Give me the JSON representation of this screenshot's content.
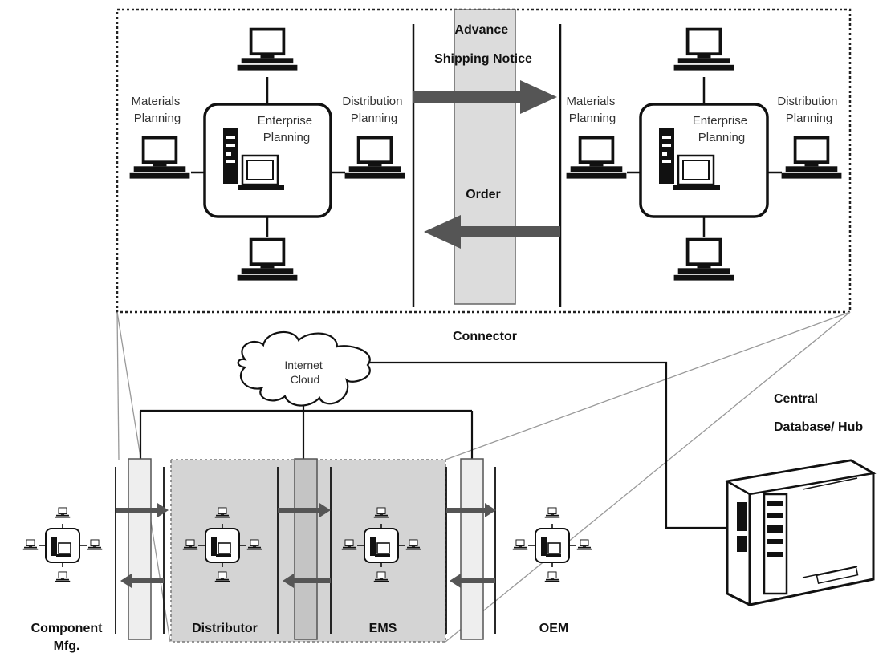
{
  "detail": {
    "left_node": {
      "materials_planning": [
        "Materials",
        "Planning"
      ],
      "enterprise_planning": [
        "Enterprise",
        "Planning"
      ],
      "distribution_planning": [
        "Distribution",
        "Planning"
      ]
    },
    "right_node": {
      "materials_planning": [
        "Materials",
        "Planning"
      ],
      "enterprise_planning": [
        "Enterprise",
        "Planning"
      ],
      "distribution_planning": [
        "Distribution",
        "Planning"
      ]
    },
    "asn_label": [
      "Advance",
      "Shipping Notice"
    ],
    "order_label": "Order",
    "connector_label": "Connector"
  },
  "cloud_label": [
    "Internet",
    "Cloud"
  ],
  "hub_label": [
    "Central",
    "Database/ Hub"
  ],
  "companies": [
    {
      "label": [
        "Component",
        "Mfg."
      ]
    },
    {
      "label": [
        "Distributor"
      ]
    },
    {
      "label": [
        "EMS"
      ]
    },
    {
      "label": [
        "OEM"
      ]
    }
  ],
  "colors": {
    "ink": "#111111",
    "arrow": "#555555",
    "connector_fill": "#dcdcdc",
    "highlight_fill": "#d4d4d4"
  }
}
